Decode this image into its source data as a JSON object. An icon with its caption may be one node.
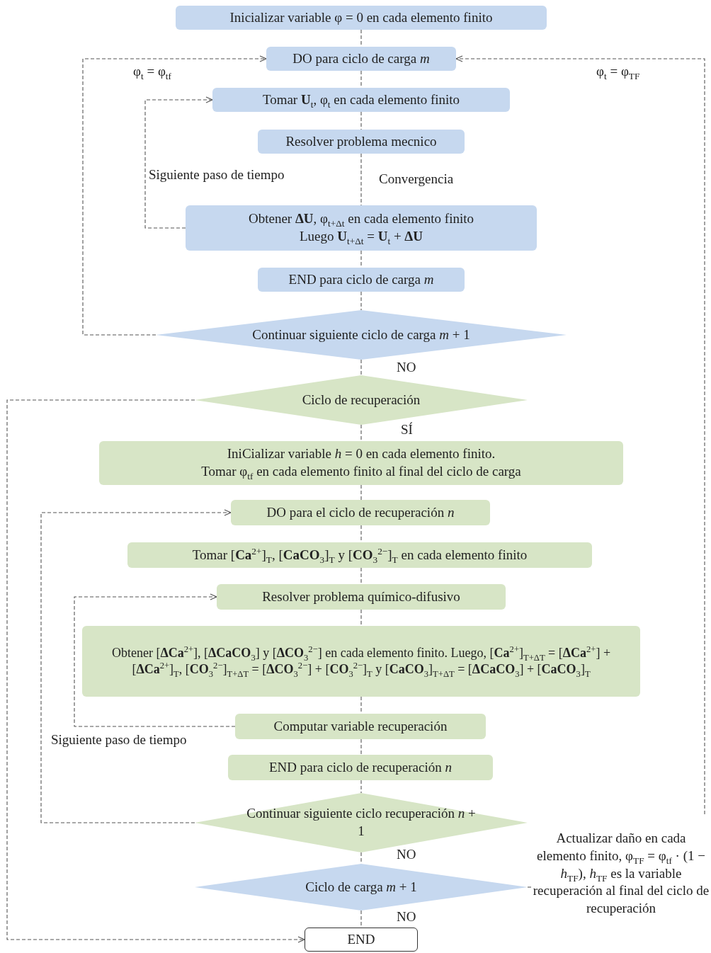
{
  "diagram": {
    "nodes": [
      {
        "text": [
          "Inicializar variable φ = 0 en cada elemento finito"
        ]
      },
      {
        "text": [
          "DO para ciclo de carga *m*"
        ]
      },
      {
        "text": [
          "Tomar **U**$_{t}$, φ$_{t}$ en cada elemento finito"
        ]
      },
      {
        "text": [
          "Resolver problema mecnico"
        ]
      },
      {
        "text": [
          "Obtener **ΔU**, φ$_{t+Δt}$ en cada elemento finito",
          "Luego **U**$_{t+Δt}$ = **U**$_{t}$ + **ΔU**"
        ]
      },
      {
        "text": [
          "END para ciclo de carga *m*"
        ]
      },
      {
        "text": [
          "Continuar siguiente ciclo de carga *m* + 1"
        ]
      },
      {
        "text": [
          "Ciclo de recuperación"
        ]
      },
      {
        "text": [
          "IniCializar variable *h* = 0 en cada elemento finito.",
          "Tomar φ$_{tf}$ en cada elemento finito al final del ciclo de carga"
        ]
      },
      {
        "text": [
          "DO para el ciclo de recuperación *n*"
        ]
      },
      {
        "text": [
          "Tomar [**Ca**$^{2+}$]$_{T}$, [**CaCO**$_{3}$]$_{T}$ y [**CO**$_{3}$$^{2−}$]$_{T}$ en cada elemento finito"
        ]
      },
      {
        "text": [
          "Resolver problema químico-difusivo"
        ]
      },
      {
        "text": [
          "Obtener [**ΔCa**$^{2+}$], [**ΔCaCO**$_{3}$] y [**ΔCO**$_{3}$$^{2−}$] en cada elemento finito. Luego, [**Ca**$^{2+}$]$_{T+ΔT}$ = [**ΔCa**$^{2+}$] + [**ΔCa**$^{2+}$]$_{T}$, [**CO**$_{3}$$^{2−}$]$_{T+ΔT}$ = [**ΔCO**$_{3}$$^{2−}$] + [**CO**$_{3}$$^{2−}$]$_{T}$ y [**CaCO**$_{3}$]$_{T+ΔT}$ = [**ΔCaCO**$_{3}$] + [**CaCO**$_{3}$]$_{T}$"
        ]
      },
      {
        "text": [
          "Computar variable recuperación"
        ]
      },
      {
        "text": [
          "END para ciclo de recuperación *n*"
        ]
      },
      {
        "text": [
          "Continuar siguiente ciclo recuperación *n* + 1"
        ]
      },
      {
        "text": [
          "Ciclo de carga *m* + 1"
        ]
      },
      {
        "text": [
          "END"
        ]
      },
      {
        "text": [
          "Actualizar daño en cada elemento finito, φ$_{TF}$ = φ$_{tf}$ · (1 − *h*$_{TF}$), *h*$_{TF}$ es la variable recuperación al final del ciclo de recuperación"
        ]
      }
    ],
    "edges": [
      {
        "from": 0,
        "to": 1,
        "arrow": "none",
        "style": "dashed"
      },
      {
        "from": 1,
        "to": 2,
        "arrow": "none",
        "style": "dashed"
      },
      {
        "from": 2,
        "to": 3,
        "arrow": "none",
        "style": "dashed"
      },
      {
        "from": 3,
        "to": 4,
        "arrow": "none",
        "style": "dashed",
        "label": "Convergencia"
      },
      {
        "from": 4,
        "to": 2,
        "arrow": "to",
        "style": "dashed",
        "label": "Siguiente paso de tiempo"
      },
      {
        "from": 4,
        "to": 5,
        "arrow": "none",
        "style": "dashed"
      },
      {
        "from": 5,
        "to": 6,
        "arrow": "none",
        "style": "dashed"
      },
      {
        "from": 6,
        "to": 1,
        "arrow": "to",
        "style": "dashed",
        "label": "φ$_{t}$ = φ$_{tf}$"
      },
      {
        "from": 6,
        "to": 7,
        "arrow": "none",
        "style": "dashed",
        "label": "NO"
      },
      {
        "from": 7,
        "to": 8,
        "arrow": "none",
        "style": "dashed",
        "label": "SÍ"
      },
      {
        "from": 7,
        "to": 17,
        "arrow": "to",
        "style": "dashed"
      },
      {
        "from": 8,
        "to": 9,
        "arrow": "none",
        "style": "dashed"
      },
      {
        "from": 9,
        "to": 10,
        "arrow": "none",
        "style": "dashed"
      },
      {
        "from": 10,
        "to": 11,
        "arrow": "none",
        "style": "dashed"
      },
      {
        "from": 11,
        "to": 12,
        "arrow": "none",
        "style": "dashed"
      },
      {
        "from": 12,
        "to": 13,
        "arrow": "none",
        "style": "dashed"
      },
      {
        "from": 13,
        "to": 11,
        "arrow": "to",
        "style": "dashed",
        "label": "Siguiente paso de tiempo"
      },
      {
        "from": 13,
        "to": 14,
        "arrow": "none",
        "style": "dashed"
      },
      {
        "from": 14,
        "to": 15,
        "arrow": "none",
        "style": "dashed"
      },
      {
        "from": 15,
        "to": 9,
        "arrow": "to",
        "style": "dashed"
      },
      {
        "from": 15,
        "to": 16,
        "arrow": "none",
        "style": "dashed",
        "label": "NO"
      },
      {
        "from": 16,
        "to": 17,
        "arrow": "none",
        "style": "dashed",
        "label": "NO"
      },
      {
        "from": 16,
        "to": 18,
        "arrow": "none",
        "style": "dashed"
      },
      {
        "from": 18,
        "to": 1,
        "arrow": "to",
        "style": "dashed",
        "label": "φ$_{t}$ = φ$_{TF}$"
      }
    ]
  }
}
